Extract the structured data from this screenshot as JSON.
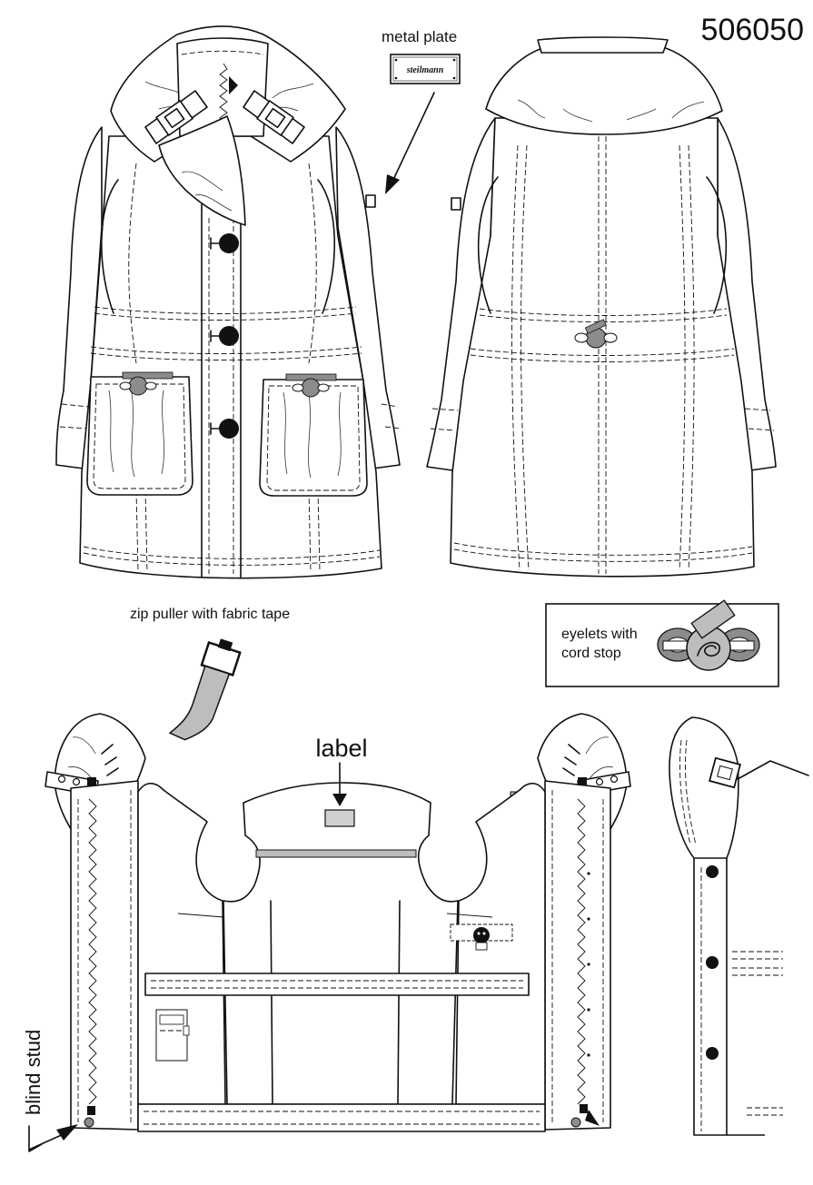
{
  "style_number": "506050",
  "callouts": {
    "metal_plate": "metal plate",
    "plate_brand": "steilmann",
    "zip_puller": "zip puller with fabric tape",
    "eyelets_line1": "eyelets with",
    "eyelets_line2": "cord stop",
    "label": "label",
    "blind_stud": "blind stud"
  },
  "colors": {
    "ink": "#111111",
    "paper": "#ffffff",
    "tape_grey": "#bdbdbd",
    "hardware_grey": "#8c8c8c"
  }
}
